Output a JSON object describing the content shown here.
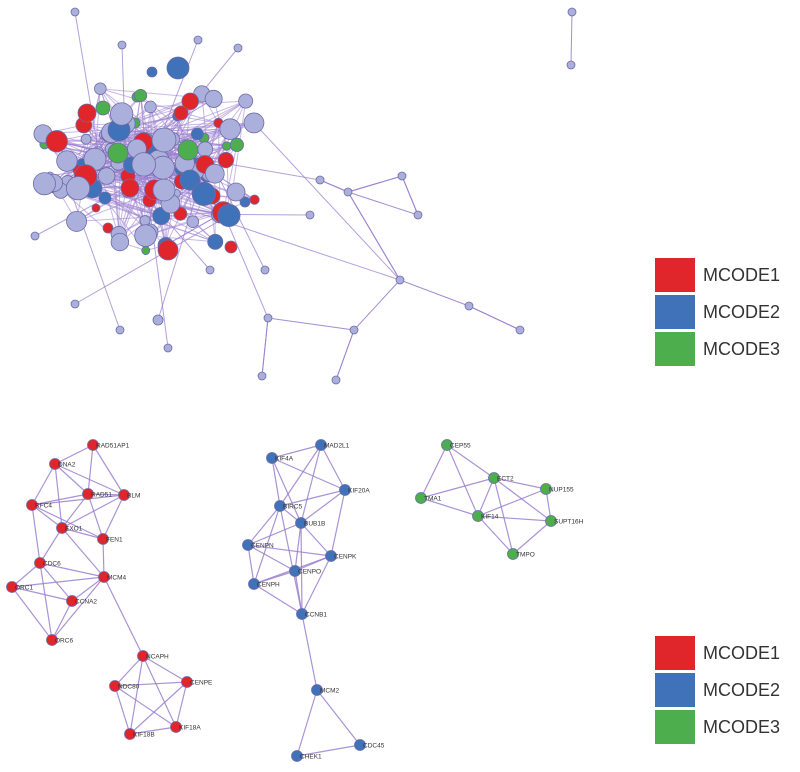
{
  "colors": {
    "MCODE1": "#e0252b",
    "MCODE2": "#3f72b8",
    "MCODE3": "#4cae4c",
    "other": "#aab0db",
    "edge": "#9b80cf",
    "node_stroke": "#6e6aa8"
  },
  "legends": [
    {
      "id": "top",
      "items": [
        {
          "label": "MCODE1",
          "cluster": "MCODE1"
        },
        {
          "label": "MCODE2",
          "cluster": "MCODE2"
        },
        {
          "label": "MCODE3",
          "cluster": "MCODE3"
        }
      ]
    },
    {
      "id": "bottom",
      "items": [
        {
          "label": "MCODE1",
          "cluster": "MCODE1"
        },
        {
          "label": "MCODE2",
          "cluster": "MCODE2"
        },
        {
          "label": "MCODE3",
          "cluster": "MCODE3"
        }
      ]
    }
  ],
  "subnetworks": [
    {
      "cluster": "MCODE1",
      "nodes": [
        "RAD51AP1",
        "DNA2",
        "RAD51",
        "BLM",
        "RFC4",
        "EXO1",
        "FEN1",
        "CDC6",
        "MCM4",
        "ORC1",
        "CCNA2",
        "ORC6",
        "NCAPH",
        "CENPE",
        "NDC80",
        "KIF18A",
        "KIF18B"
      ],
      "edges": [
        [
          "RAD51AP1",
          "DNA2"
        ],
        [
          "RAD51AP1",
          "RAD51"
        ],
        [
          "RAD51AP1",
          "BLM"
        ],
        [
          "DNA2",
          "RFC4"
        ],
        [
          "DNA2",
          "RAD51"
        ],
        [
          "DNA2",
          "BLM"
        ],
        [
          "DNA2",
          "EXO1"
        ],
        [
          "RFC4",
          "RAD51"
        ],
        [
          "RFC4",
          "BLM"
        ],
        [
          "RFC4",
          "EXO1"
        ],
        [
          "RFC4",
          "FEN1"
        ],
        [
          "RFC4",
          "CDC6"
        ],
        [
          "RAD51",
          "BLM"
        ],
        [
          "RAD51",
          "EXO1"
        ],
        [
          "RAD51",
          "FEN1"
        ],
        [
          "BLM",
          "EXO1"
        ],
        [
          "BLM",
          "FEN1"
        ],
        [
          "EXO1",
          "FEN1"
        ],
        [
          "EXO1",
          "CDC6"
        ],
        [
          "EXO1",
          "MCM4"
        ],
        [
          "FEN1",
          "MCM4"
        ],
        [
          "CDC6",
          "MCM4"
        ],
        [
          "CDC6",
          "ORC1"
        ],
        [
          "CDC6",
          "CCNA2"
        ],
        [
          "CDC6",
          "ORC6"
        ],
        [
          "MCM4",
          "ORC1"
        ],
        [
          "MCM4",
          "CCNA2"
        ],
        [
          "MCM4",
          "ORC6"
        ],
        [
          "ORC1",
          "CCNA2"
        ],
        [
          "ORC1",
          "ORC6"
        ],
        [
          "CCNA2",
          "ORC6"
        ],
        [
          "MCM4",
          "NCAPH"
        ],
        [
          "NCAPH",
          "CENPE"
        ],
        [
          "NCAPH",
          "NDC80"
        ],
        [
          "NCAPH",
          "KIF18A"
        ],
        [
          "NCAPH",
          "KIF18B"
        ],
        [
          "CENPE",
          "NDC80"
        ],
        [
          "CENPE",
          "KIF18A"
        ],
        [
          "CENPE",
          "KIF18B"
        ],
        [
          "NDC80",
          "KIF18A"
        ],
        [
          "NDC80",
          "KIF18B"
        ],
        [
          "KIF18A",
          "KIF18B"
        ]
      ]
    },
    {
      "cluster": "MCODE2",
      "nodes": [
        "MAD2L1",
        "KIF4A",
        "KIF20A",
        "BIRC5",
        "BUB1B",
        "CENPN",
        "CENPK",
        "CENPO",
        "CENPH",
        "CCNB1",
        "MCM2",
        "CDC45",
        "CHEK1"
      ],
      "edges": [
        [
          "MAD2L1",
          "KIF4A"
        ],
        [
          "MAD2L1",
          "KIF20A"
        ],
        [
          "MAD2L1",
          "BIRC5"
        ],
        [
          "MAD2L1",
          "BUB1B"
        ],
        [
          "KIF4A",
          "KIF20A"
        ],
        [
          "KIF4A",
          "BIRC5"
        ],
        [
          "KIF4A",
          "BUB1B"
        ],
        [
          "KIF20A",
          "BIRC5"
        ],
        [
          "KIF20A",
          "BUB1B"
        ],
        [
          "KIF20A",
          "CENPK"
        ],
        [
          "BIRC5",
          "BUB1B"
        ],
        [
          "BIRC5",
          "CENPN"
        ],
        [
          "BIRC5",
          "CENPH"
        ],
        [
          "BIRC5",
          "CCNB1"
        ],
        [
          "BUB1B",
          "CENPN"
        ],
        [
          "BUB1B",
          "CENPK"
        ],
        [
          "BUB1B",
          "CENPO"
        ],
        [
          "BUB1B",
          "CCNB1"
        ],
        [
          "CENPN",
          "CENPO"
        ],
        [
          "CENPN",
          "CENPH"
        ],
        [
          "CENPN",
          "CENPK"
        ],
        [
          "CENPK",
          "CENPO"
        ],
        [
          "CENPK",
          "CENPH"
        ],
        [
          "CENPK",
          "CCNB1"
        ],
        [
          "CENPO",
          "CENPH"
        ],
        [
          "CENPO",
          "CCNB1"
        ],
        [
          "CENPH",
          "CCNB1"
        ],
        [
          "CCNB1",
          "MCM2"
        ],
        [
          "MCM2",
          "CDC45"
        ],
        [
          "MCM2",
          "CHEK1"
        ],
        [
          "CDC45",
          "CHEK1"
        ]
      ]
    },
    {
      "cluster": "MCODE3",
      "nodes": [
        "CEP55",
        "ECT2",
        "NUP155",
        "TMA1",
        "KIF14",
        "SUPT16H",
        "TMPO"
      ],
      "edges": [
        [
          "CEP55",
          "ECT2"
        ],
        [
          "CEP55",
          "TMA1"
        ],
        [
          "CEP55",
          "KIF14"
        ],
        [
          "ECT2",
          "NUP155"
        ],
        [
          "ECT2",
          "TMA1"
        ],
        [
          "ECT2",
          "KIF14"
        ],
        [
          "ECT2",
          "SUPT16H"
        ],
        [
          "ECT2",
          "TMPO"
        ],
        [
          "NUP155",
          "KIF14"
        ],
        [
          "NUP155",
          "SUPT16H"
        ],
        [
          "TMA1",
          "KIF14"
        ],
        [
          "KIF14",
          "SUPT16H"
        ],
        [
          "KIF14",
          "TMPO"
        ],
        [
          "SUPT16H",
          "TMPO"
        ]
      ]
    }
  ]
}
